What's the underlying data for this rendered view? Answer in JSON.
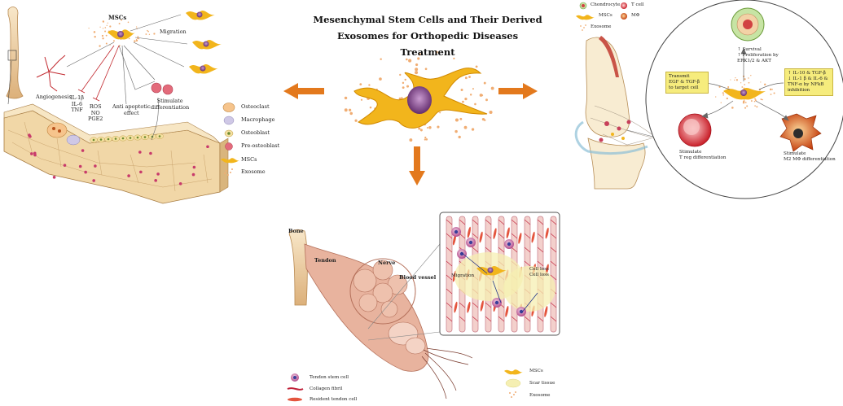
{
  "title": {
    "line1": "Mesenchymal Stem Cells and Their Derived",
    "line2": "Exosomes for Orthopedic Diseases Treatment"
  },
  "bone_panel": {
    "mscs": "MSCs",
    "migration": "Migration",
    "angiogenesis": "Angiogenesis",
    "cytokines": [
      "IL-1β",
      "IL-6",
      "TNF"
    ],
    "ros": [
      "ROS",
      "NO",
      "PGE2"
    ],
    "anti_apoptotic": [
      "Anti apoptotic",
      "effect"
    ],
    "stimulate_diff": [
      "Stimulate",
      "differentiation"
    ],
    "legend": [
      "Osteoclast",
      "Macrophage",
      "Osteoblast",
      "Pre-osteoblast",
      "MSCs",
      "Exosome"
    ]
  },
  "joint_panel": {
    "legend": [
      "Chondrocyte",
      "T cell",
      "MSCs",
      "MΦ",
      "Exosome"
    ],
    "survival": [
      "↑ Survival",
      "↑ Proliferation by",
      "ERK1/2 & AKT"
    ],
    "transmit": [
      "Transmit",
      "EGF & TGF-β",
      "to target cell"
    ],
    "inhibit": [
      "↑ IL-10 & TGF-β",
      "↓ IL-1 β & IL-6 &",
      "TNF-α by NFkB",
      "inhibition"
    ],
    "treg": [
      "Stimulate",
      "T reg differentiation"
    ],
    "m2": [
      "Stimulate",
      "M2 MΦ differentiation"
    ]
  },
  "tendon_panel": {
    "bone": "Bone",
    "tendon": "Tendon",
    "nerve": "Nerve",
    "blood_vessel": "Blood vessel",
    "migration": "Migration",
    "cell_loss": [
      "Cell loss",
      "Cell loss"
    ],
    "legend_left": [
      "Tendon stem cell",
      "Collagen fibril",
      "Resident tendon cell"
    ],
    "legend_right": [
      "MSCs",
      "Scar tissue",
      "Exosome"
    ]
  },
  "colors": {
    "arrow": "#e3791d",
    "msc": "#f2b51c",
    "nucleus": "#6a2f73",
    "exosome": "#f0ad73",
    "bone": "#e9c99a",
    "box": "#f6ec7d",
    "tendon": "#e8b39e",
    "vessel": "#c77a86"
  }
}
